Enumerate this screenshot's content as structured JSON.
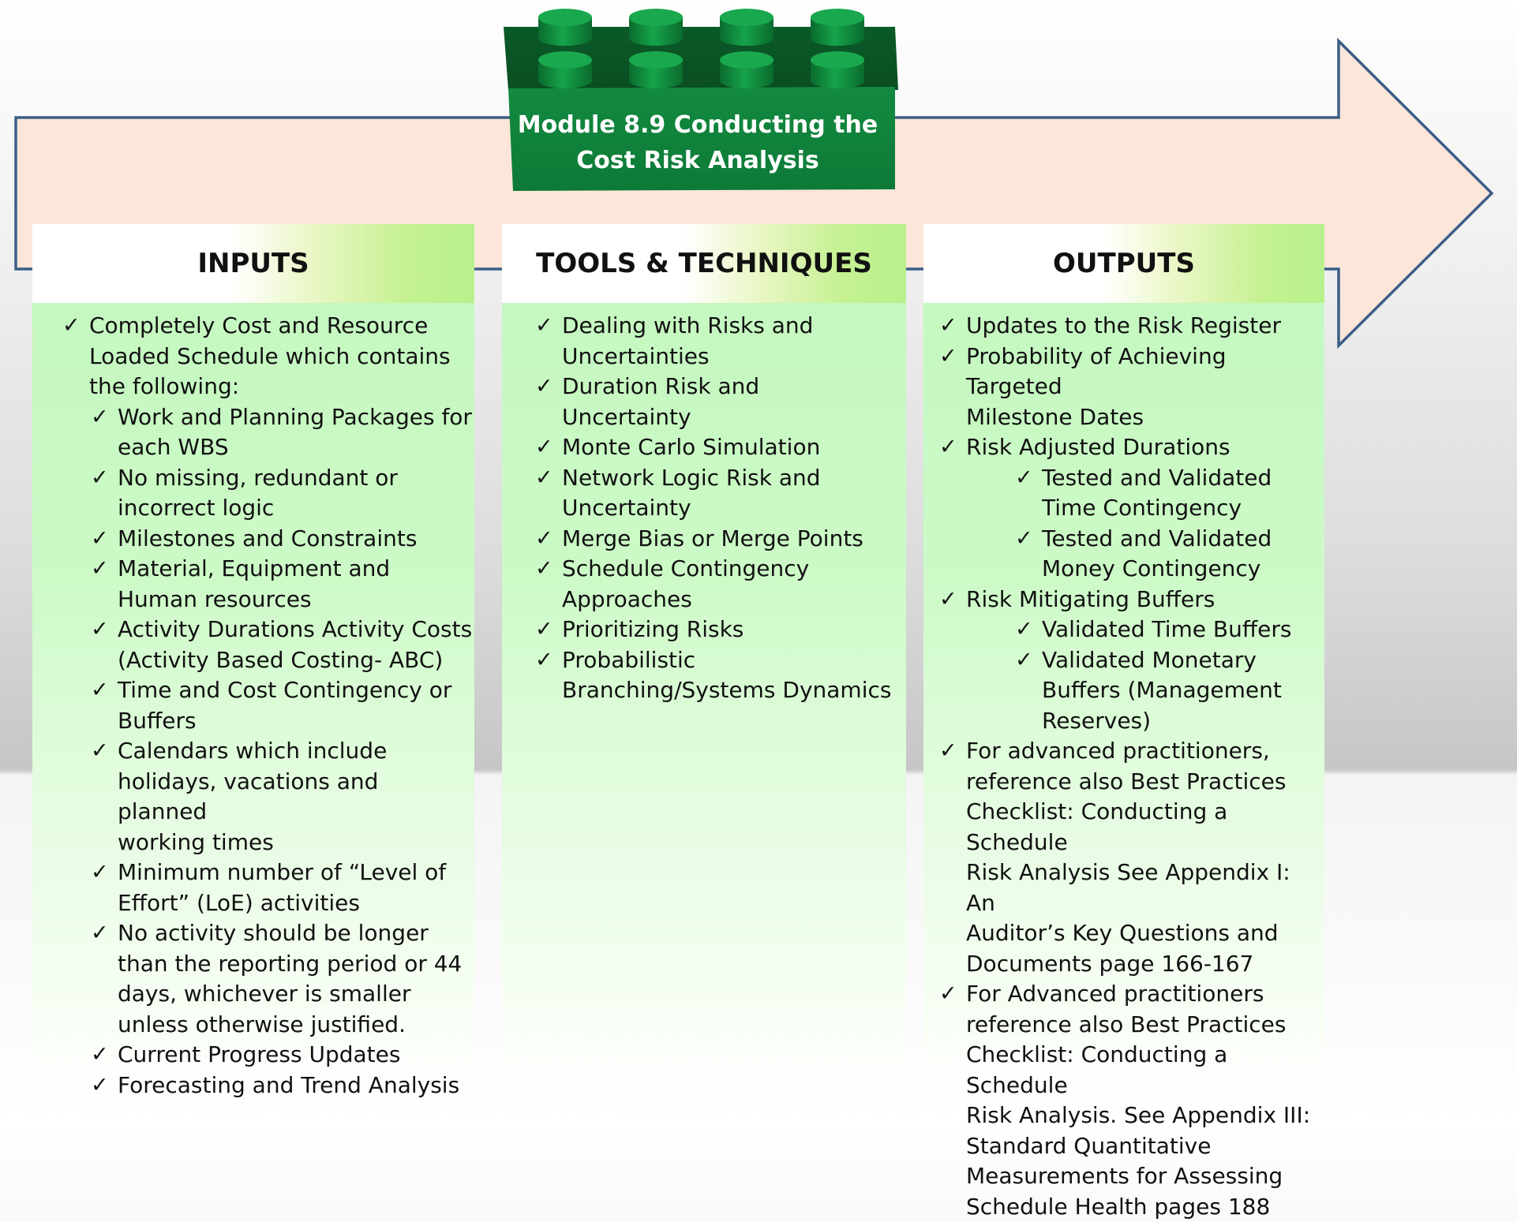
{
  "title": "Module 8.9 Conducting the Cost Risk Analysis",
  "colors": {
    "arrow_fill": "#fce6d9",
    "arrow_stroke": "#3b5e86",
    "brick_green": "#0f7d3a",
    "panel_green": "#c3f7bf"
  },
  "check_icon": "✓",
  "columns": [
    {
      "heading": "INPUTS",
      "items": [
        {
          "level": 0,
          "lines": [
            "Completely Cost and Resource",
            "Loaded Schedule which contains",
            "the following:"
          ]
        },
        {
          "level": 1,
          "lines": [
            "Work and Planning Packages for",
            "each WBS"
          ]
        },
        {
          "level": 1,
          "lines": [
            "No missing, redundant or",
            "incorrect logic"
          ]
        },
        {
          "level": 1,
          "lines": [
            "Milestones and Constraints"
          ]
        },
        {
          "level": 1,
          "lines": [
            "Material, Equipment and",
            "Human resources"
          ]
        },
        {
          "level": 1,
          "lines": [
            "Activity Durations Activity Costs",
            "(Activity Based Costing- ABC)"
          ]
        },
        {
          "level": 1,
          "lines": [
            "Time and Cost Contingency or",
            "Buffers"
          ]
        },
        {
          "level": 1,
          "lines": [
            "Calendars which include",
            "holidays, vacations and planned",
            "working times"
          ]
        },
        {
          "level": 1,
          "lines": [
            "Minimum number of “Level of",
            "Effort” (LoE) activities"
          ]
        },
        {
          "level": 1,
          "lines": [
            "No activity should be longer",
            "than the reporting period or 44",
            "days, whichever is smaller",
            "unless otherwise justified."
          ]
        },
        {
          "level": 1,
          "lines": [
            "Current Progress Updates"
          ]
        },
        {
          "level": 1,
          "lines": [
            "Forecasting and Trend Analysis"
          ]
        }
      ]
    },
    {
      "heading": "TOOLS & TECHNIQUES",
      "items": [
        {
          "level": 0,
          "lines": [
            "Dealing with Risks and",
            "Uncertainties"
          ]
        },
        {
          "level": 0,
          "lines": [
            "Duration Risk and",
            "Uncertainty"
          ]
        },
        {
          "level": 0,
          "lines": [
            "Monte Carlo Simulation"
          ]
        },
        {
          "level": 0,
          "lines": [
            "Network Logic Risk and",
            "Uncertainty"
          ]
        },
        {
          "level": 0,
          "lines": [
            "Merge Bias or Merge Points"
          ]
        },
        {
          "level": 0,
          "lines": [
            "Schedule Contingency",
            "Approaches"
          ]
        },
        {
          "level": 0,
          "lines": [
            "Prioritizing Risks"
          ]
        },
        {
          "level": 0,
          "lines": [
            "Probabilistic",
            "Branching/Systems Dynamics"
          ]
        }
      ]
    },
    {
      "heading": "OUTPUTS",
      "items": [
        {
          "level": 0,
          "lines": [
            "Updates to the Risk Register"
          ]
        },
        {
          "level": 0,
          "lines": [
            "Probability of Achieving Targeted",
            "Milestone Dates"
          ]
        },
        {
          "level": 0,
          "lines": [
            "Risk Adjusted Durations"
          ]
        },
        {
          "level": 2,
          "lines": [
            "Tested and Validated",
            "Time Contingency"
          ]
        },
        {
          "level": 2,
          "lines": [
            "Tested and Validated",
            "Money Contingency"
          ]
        },
        {
          "level": 0,
          "lines": [
            "Risk Mitigating Buffers"
          ]
        },
        {
          "level": 2,
          "lines": [
            "Validated Time Buffers"
          ]
        },
        {
          "level": 2,
          "lines": [
            "Validated Monetary",
            "Buffers (Management",
            "Reserves)"
          ]
        },
        {
          "level": 0,
          "lines": [
            "For advanced practitioners,",
            "reference also Best Practices",
            "Checklist: Conducting a Schedule",
            "Risk Analysis  See Appendix I: An",
            "Auditor’s Key Questions and",
            "Documents page 166-167"
          ]
        },
        {
          "level": 0,
          "lines": [
            "For Advanced practitioners",
            "reference also Best Practices",
            "Checklist: Conducting a Schedule",
            "Risk Analysis.  See  Appendix III:",
            "Standard Quantitative",
            "Measurements for Assessing",
            "Schedule Health pages 188"
          ]
        }
      ]
    }
  ]
}
